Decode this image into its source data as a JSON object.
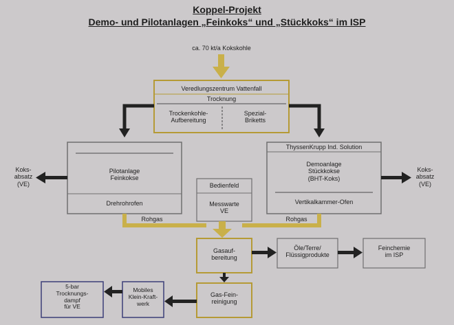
{
  "title": {
    "line1": "Koppel-Projekt",
    "line2": "Demo- und Pilotanlagen „Feinkoks“ und „Stückkoks“ im ISP"
  },
  "input": {
    "label": "ca. 70 kt/a Kokskohle"
  },
  "veredlung": {
    "header": "Veredlungszentrum Vattenfall",
    "sub": "Trocknung",
    "left": [
      "Trockenkohle-",
      "Aufbereitung"
    ],
    "right": [
      "Spezial-",
      "Briketts"
    ]
  },
  "pilot": {
    "name": [
      "Pilotanlage",
      "Feinkokse"
    ],
    "bottom": "Drehrohrofen"
  },
  "demo": {
    "header": "ThyssenKrupp Ind. Solution",
    "name": [
      "Demoanlage",
      "Stückkokse",
      "(BHT-Koks)"
    ],
    "bottom": "Vertikalkammer-Ofen"
  },
  "control": {
    "top": "Bedienfeld",
    "bottom": [
      "Messwarte",
      "VE"
    ]
  },
  "koks_left": [
    "Koks-",
    "absatz",
    "(VE)"
  ],
  "koks_right": [
    "Koks-",
    "absatz",
    "(VE)"
  ],
  "rohgas": "Rohgas",
  "gasauf": [
    "Gasauf-",
    "bereitung"
  ],
  "oele": [
    "Öle/Terre/",
    "Flüssigprodukte"
  ],
  "feinchemie": [
    "Feinchemie",
    "im ISP"
  ],
  "gasfein": [
    "Gas-Fein-",
    "reinigung"
  ],
  "mobiles": [
    "Mobiles",
    "Klein-Kraft-",
    "werk"
  ],
  "dampf": [
    "5-bar",
    "Trocknungs-",
    "dampf",
    "für VE"
  ],
  "colors": {
    "gold": "#b59a35",
    "blue": "#3b3e78",
    "gray": "#6f6f6f",
    "arrow_gold": "#c9b04a",
    "dark": "#222222"
  }
}
